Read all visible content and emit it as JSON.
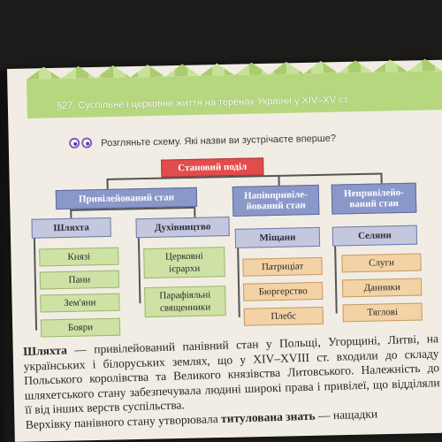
{
  "header": {
    "text": "§27. Суспільне і церковне життя на теренах України у XIV–XV ст."
  },
  "task": {
    "icon": "eyes-icon",
    "text": "Розгляньте схему. Які назви ви зустрічаєте вперше?"
  },
  "diagram": {
    "root": "Становий поділ",
    "categories": [
      "Привілейований стан",
      "Напівпривіле-\nйований стан",
      "Непривілейо-\nваний стан"
    ],
    "privileged_subs": [
      "Шляхта",
      "Духівництво"
    ],
    "shlyakhta_items": [
      "Князі",
      "Пани",
      "Зем'яни",
      "Бояри"
    ],
    "clergy_items": [
      "Церковні\nієрархи",
      "Парафіяльні\nсвященники"
    ],
    "meshchany_title": "Міщани",
    "meshchany_items": [
      "Патриціат",
      "Бюргерство",
      "Плебс"
    ],
    "selyany_title": "Селяни",
    "selyany_items": [
      "Слуги",
      "Данники",
      "Тяглові"
    ]
  },
  "text": {
    "term": "Шляхта",
    "definition": " — привілейований панівний стан у Польщі, Угорщині, Литві, на українських і білоруських землях, що у XIV–XVIII ст. входили до складу Польського королівства та Великого князівства Литовського. Належність до шляхетського стану забезпечувала людині широкі права і привілеї, що відділяли її від інших верств суспільства.",
    "next_start": "Верхівку панівного стану утворювала ",
    "next_bold": "титулована знать",
    "next_end": " — нащадки"
  },
  "colors": {
    "header_band": "#b7d77f",
    "root_box": "#e24c4c",
    "category_box": "#8a98c9",
    "sub_box": "#c3c8df",
    "green_box": "#cfe2a6",
    "orange_box": "#f3d2a5"
  }
}
